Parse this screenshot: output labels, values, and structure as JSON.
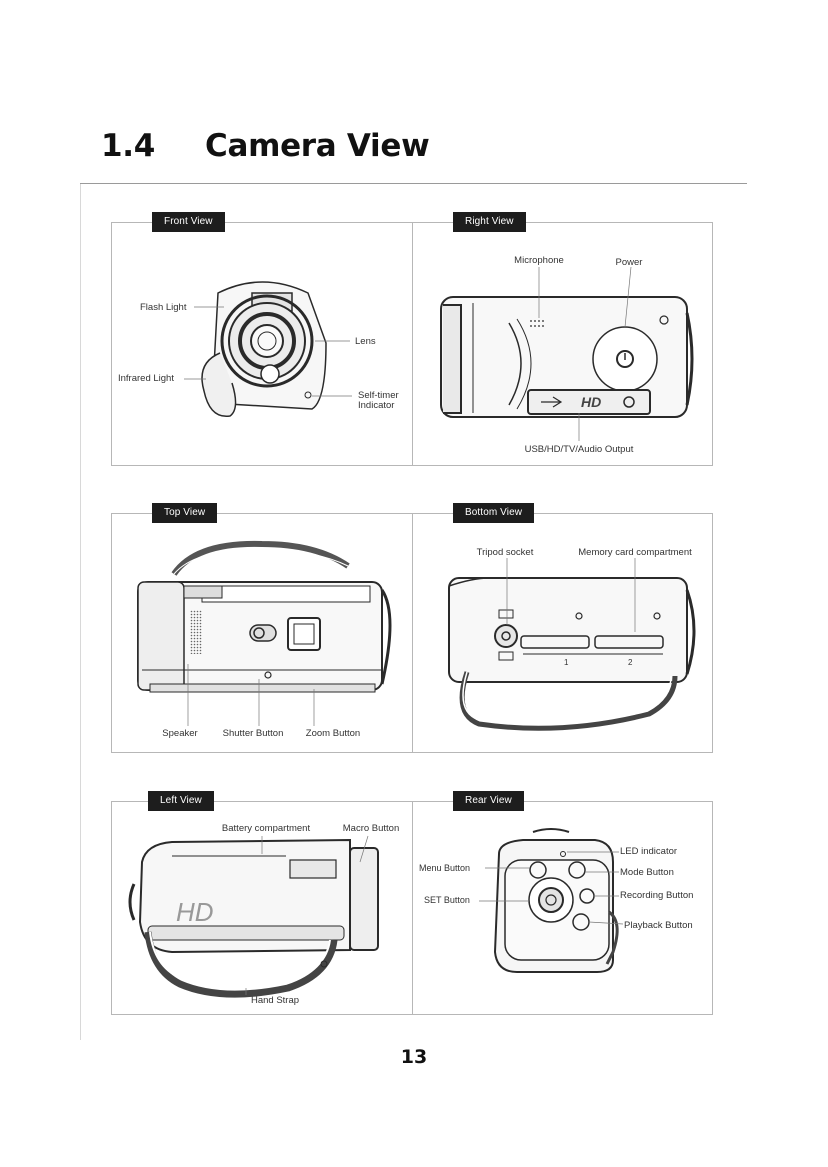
{
  "section": {
    "number": "1.4",
    "title": "Camera View"
  },
  "panels": {
    "front": {
      "tag": "Front View",
      "labels": {
        "flash": "Flash Light",
        "infrared": "Infrared Light",
        "lens": "Lens",
        "self_timer_1": "Self-timer",
        "self_timer_2": "Indicator"
      }
    },
    "right": {
      "tag": "Right View",
      "labels": {
        "microphone": "Microphone",
        "power": "Power",
        "usb": "USB/HD/TV/Audio Output"
      },
      "port_text": "HD"
    },
    "top": {
      "tag": "Top View",
      "labels": {
        "speaker": "Speaker",
        "shutter": "Shutter Button",
        "zoom": "Zoom Button"
      }
    },
    "bottom": {
      "tag": "Bottom View",
      "labels": {
        "tripod": "Tripod socket",
        "memory": "Memory card compartment"
      },
      "slot_numbers": [
        "1",
        "2"
      ]
    },
    "left": {
      "tag": "Left View",
      "labels": {
        "battery": "Battery compartment",
        "macro": "Macro Button",
        "strap": "Hand Strap"
      },
      "body_text": "HD"
    },
    "rear": {
      "tag": "Rear View",
      "labels": {
        "menu": "Menu Button",
        "set": "SET Button",
        "led": "LED indicator",
        "mode": "Mode Button",
        "recording": "Recording Button",
        "playback": "Playback Button"
      }
    }
  },
  "page_number": "13"
}
